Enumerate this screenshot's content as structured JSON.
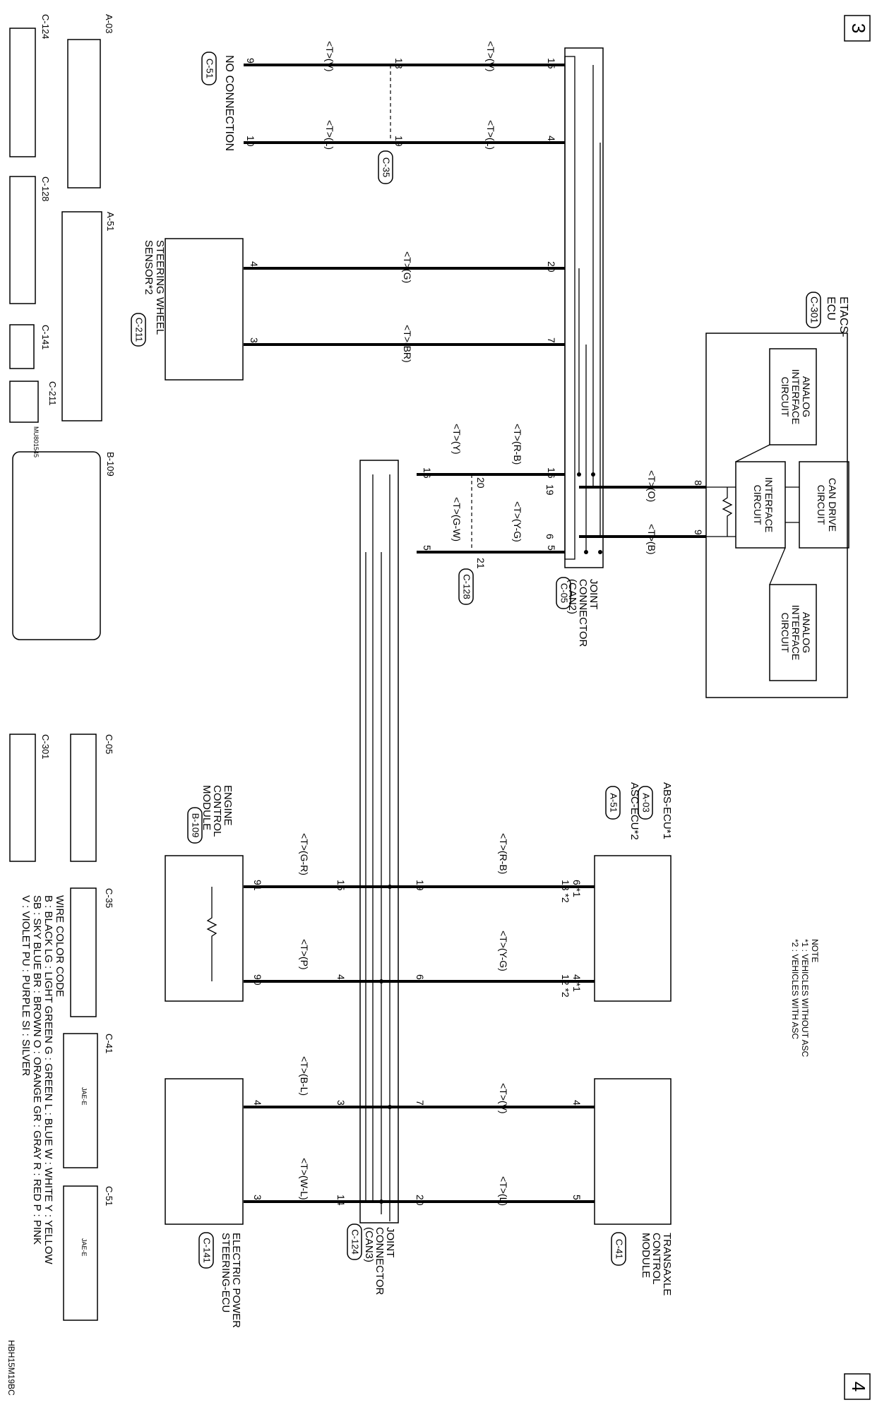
{
  "page_numbers": {
    "top": "3",
    "bottom": "4"
  },
  "note": {
    "title": "NOTE",
    "line1": "*1 : VEHICLES WITHOUT ASC",
    "line2": "*2 : VEHICLES WITH ASC"
  },
  "components": {
    "etacs_title": "ETACS-",
    "etacs_title2": "ECU",
    "etacs_code": "C-301",
    "analog_interface": "ANALOG\nINTERFACE\nCIRCUIT",
    "can_drive": "CAN DRIVE\nCIRCUIT",
    "interface_circuit": "INTERFACE\nCIRCUIT",
    "joint_can2": "JOINT\nCONNECTOR\n(CAN2)",
    "joint_can2_code": "C-05",
    "joint_can3": "JOINT\nCONNECTOR\n(CAN3)",
    "joint_can3_code": "C-124",
    "steering_sensor": "STEERING WHEEL\nSENSOR*2",
    "steering_sensor_code": "C-211",
    "no_connection": "NO CONNECTION",
    "no_connection_code": "C-51",
    "abs_ecu": "ABS-ECU*1",
    "abs_code": "A-03",
    "asc_ecu": "ASC-ECU*2",
    "asc_code": "A-51",
    "tcm": "TRANSAXLE\nCONTROL\nMODULE",
    "tcm_code": "C-41",
    "ecm": "ENGINE\nCONTROL\nMODULE",
    "ecm_code": "B-109",
    "eps": "ELECTRIC POWER\nSTEERING-ECU",
    "eps_code": "C-141",
    "c35": "C-35",
    "c128": "C-128"
  },
  "wires": {
    "w1": "<T>(V)",
    "w2": "<T>(L)",
    "w3": "<T>(G)",
    "w4": "<T>(BR)",
    "w5": "<T>(O)",
    "w6": "<T>(B)",
    "w7": "<T>(R-B)",
    "w8": "<T>(Y-G)",
    "w9": "<T>(Y)",
    "w10": "<T>(G-W)",
    "w11": "<T>(G-R)",
    "w12": "<T>(P)",
    "w13": "<T>(B-L)",
    "w14": "<T>(W-L)"
  },
  "pins": {
    "p15": "15",
    "p4": "4",
    "p20": "20",
    "p7": "7",
    "p8": "8",
    "p9": "9",
    "p19": "19",
    "p6": "6",
    "p16": "16",
    "p5": "5",
    "p18": "18",
    "p10": "10",
    "p21": "21",
    "p13": "13",
    "p12": "12",
    "p91": "91",
    "p90": "90",
    "p3": "3",
    "p14": "14",
    "p9b": "9"
  },
  "connectors": {
    "a03": "A-03",
    "a51": "A-51",
    "b109": "B-109",
    "c124": "C-124",
    "c128": "C-128",
    "c141": "C-141",
    "c211": "C-211",
    "c05": "C-05",
    "c301": "C-301",
    "c35": "C-35",
    "c41": "C-41",
    "c51": "C-51",
    "mu801545": "MU801545",
    "jae_e": "JAE-E"
  },
  "legend": {
    "title": "WIRE COLOR CODE",
    "row1": "B : BLACK   LG : LIGHT GREEN   G : GREEN   L : BLUE   W : WHITE   Y : YELLOW",
    "row2": "SB : SKY BLUE   BR : BROWN   O : ORANGE   GR : GRAY   R : RED   P : PINK",
    "row3": "V : VIOLET   PU : PURPLE   SI : SILVER"
  },
  "footer_code": "HBH15M19BC"
}
